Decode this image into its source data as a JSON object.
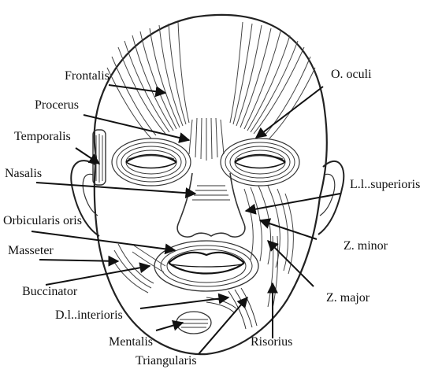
{
  "labels": {
    "frontalis": "Frontalis",
    "o_oculi": "O. oculi",
    "procerus": "Procerus",
    "temporalis": "Temporalis",
    "nasalis": "Nasalis",
    "ll_superioris": "L.l..superioris",
    "orbicularis_oris": "Orbicularis oris",
    "z_minor": "Z. minor",
    "masseter": "Masseter",
    "buccinator": "Buccinator",
    "z_major": "Z. major",
    "dl_interioris": "D.l..interioris",
    "mentalis": "Mentalis",
    "risorius": "Risorius",
    "triangularis": "Triangularis"
  }
}
